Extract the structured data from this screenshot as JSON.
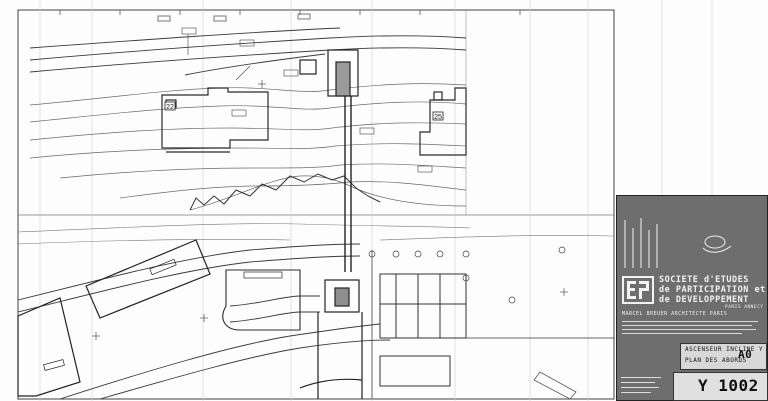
{
  "building_labels": {
    "b1": "22",
    "b2": "25"
  },
  "title_block": {
    "scale_text": "",
    "company_line1": "SOCIETE d'ETUDES",
    "company_line2": "de PARTICIPATION et",
    "company_line3": "de DEVELOPPEMENT",
    "company_city": "PARIS  ANNECY",
    "architect": "MARCEL BREUER ARCHITECTE PARIS",
    "project_title": "ASCENSEUR INCLINE Y",
    "drawing_title": "PLAN DES ABORDS",
    "sheet_size": "A0",
    "drawing_number": "Y 1002"
  },
  "colors": {
    "ink": "#2b2b2b",
    "paper": "#fdfdfd",
    "panel": "#6e6e6e"
  }
}
